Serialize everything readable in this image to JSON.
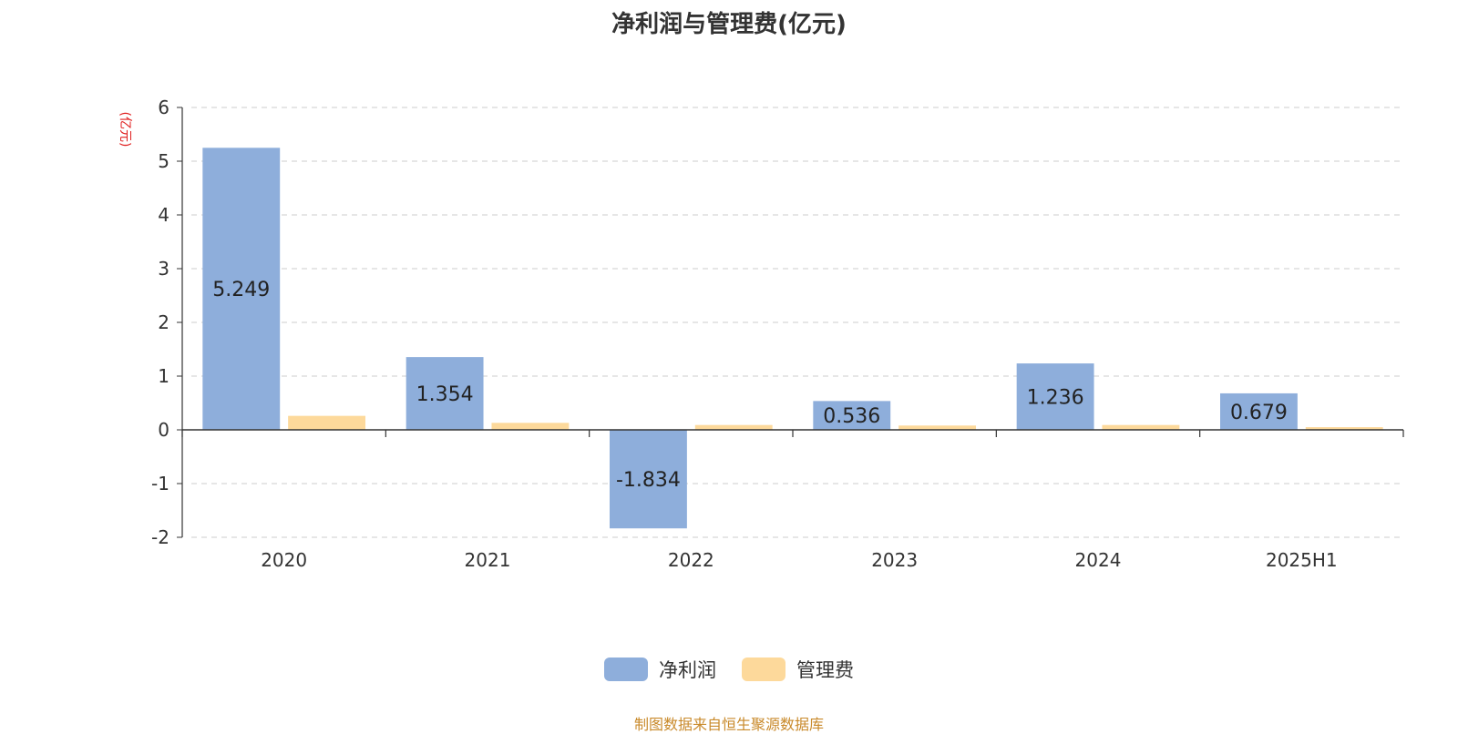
{
  "chart_data": {
    "type": "bar",
    "title": "净利润与管理费(亿元)",
    "ylabel": "(亿元)",
    "xlabel": "",
    "categories": [
      "2020",
      "2021",
      "2022",
      "2023",
      "2024",
      "2025H1"
    ],
    "series": [
      {
        "name": "净利润",
        "color": "#8eaedb",
        "values": [
          5.249,
          1.354,
          -1.834,
          0.536,
          1.236,
          0.679
        ],
        "show_labels": true
      },
      {
        "name": "管理费",
        "color": "#fdd99b",
        "values": [
          0.26,
          0.13,
          0.09,
          0.08,
          0.09,
          0.05
        ],
        "show_labels": false
      }
    ],
    "ylim": [
      -2,
      6
    ],
    "yticks": [
      -2,
      -1,
      0,
      1,
      2,
      3,
      4,
      5,
      6
    ],
    "grid": true,
    "legend_position": "bottom-center"
  },
  "source_note": "制图数据来自恒生聚源数据库"
}
